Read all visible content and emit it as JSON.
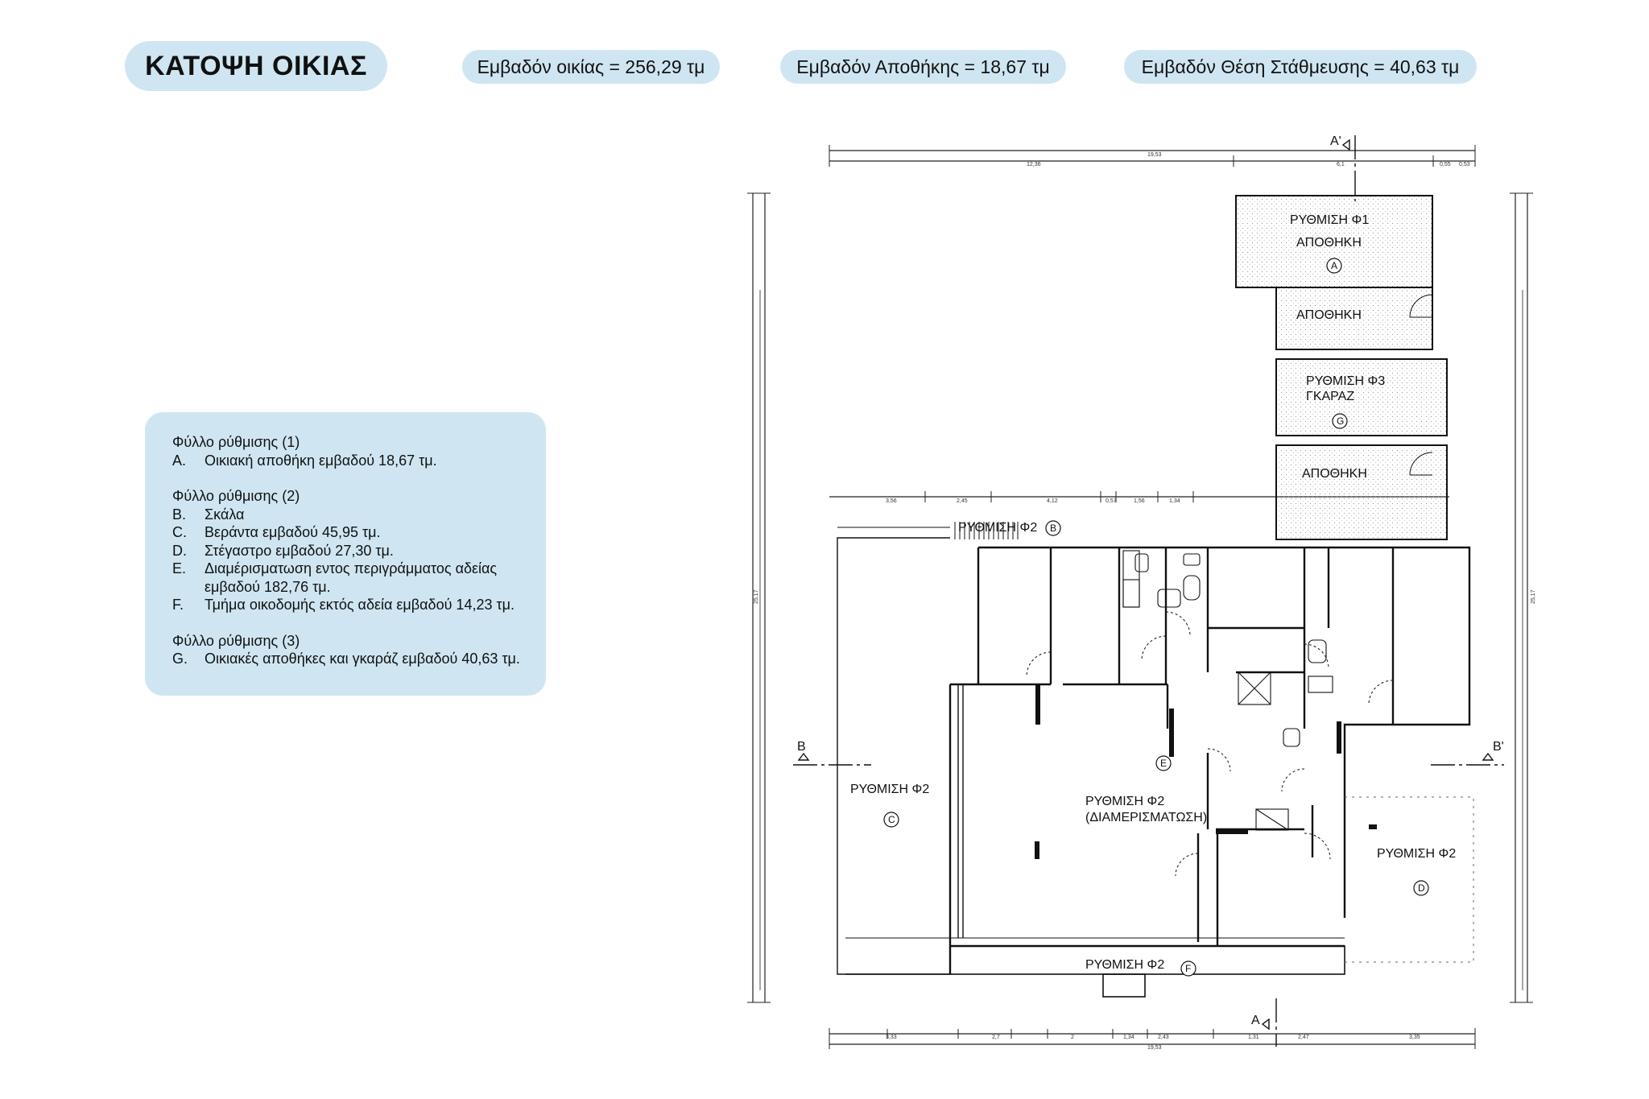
{
  "header": {
    "title": "ΚΑΤΟΨΗ ΟΙΚΙΑΣ",
    "areas": [
      "Εμβαδόν οικίας = 256,29 τμ",
      "Εμβαδόν Αποθήκης = 18,67 τμ",
      "Εμβαδόν Θέση Στάθμευσης = 40,63 τμ"
    ]
  },
  "legend": {
    "groups": [
      {
        "heading": "Φύλλο ρύθμισης (1)",
        "items": [
          {
            "letter": "A.",
            "text": "Οικιακή αποθήκη εμβαδού 18,67 τμ."
          }
        ]
      },
      {
        "heading": "Φύλλο ρύθμισης (2)",
        "items": [
          {
            "letter": "B.",
            "text": "Σκάλα"
          },
          {
            "letter": "C.",
            "text": "Βεράντα εμβαδού 45,95 τμ."
          },
          {
            "letter": "D.",
            "text": "Στέγαστρο εμβαδού 27,30 τμ."
          },
          {
            "letter": "E.",
            "text": "Διαμέρισματωση εντος περιγράμματος αδείας εμβαδού 182,76 τμ."
          },
          {
            "letter": "F.",
            "text": "Τμήμα οικοδομής εκτός αδεία εμβαδού 14,23 τμ."
          }
        ]
      },
      {
        "heading": "Φύλλο ρύθμισης (3)",
        "items": [
          {
            "letter": "G.",
            "text": "Οικιακές αποθήκες και γκαράζ εμβαδού 40,63 τμ."
          }
        ]
      }
    ]
  },
  "plan": {
    "section_marks": {
      "a_top": "A'",
      "a_bottom": "A",
      "b_left": "B",
      "b_right": "B'"
    },
    "rooms": {
      "reg1": "ΡΥΘΜΙΣΗ Φ1",
      "storage_1": "ΑΠΟΘΗΚΗ",
      "storage_2": "ΑΠΟΘΗΚΗ",
      "reg3": "ΡΥΘΜΙΣΗ Φ3",
      "garage": "ΓΚΑΡΑΖ",
      "storage_3": "ΑΠΟΘΗΚΗ",
      "reg2_stair": "ΡΥΘΜΙΣΗ Φ2",
      "reg2_veranda": "ΡΥΘΜΙΣΗ Φ2",
      "reg2_main": "ΡΥΘΜΙΣΗ Φ2",
      "partition": "(ΔΙΑΜΕΡΙΣΜΑΤΩΣΗ)",
      "reg2_canopy": "ΡΥΘΜΙΣΗ Φ2",
      "reg2_bottom": "ΡΥΘΜΙΣΗ Φ2"
    },
    "markers": {
      "a": "A",
      "b": "B",
      "c": "C",
      "d": "D",
      "e": "E",
      "f": "F",
      "g": "G"
    },
    "dims": {
      "top_total": "19,53",
      "top_left": "12,36",
      "top_right": "6,1",
      "top_r1": "0,55",
      "top_r2": "0,53",
      "bottom_total": "19,53",
      "b1": "3,33",
      "b2": "2,7",
      "b3": "2",
      "b4": "1,34",
      "b5": "2,43",
      "b6": "1,31",
      "b7": "2,47",
      "b8": "3,35",
      "mid1": "3,56",
      "mid2": "2,45",
      "mid3": "4,12",
      "mid4": "0,57",
      "mid5": "1,56",
      "mid6": "1,34",
      "left_total": "25,17",
      "right_total": "25,17"
    }
  }
}
